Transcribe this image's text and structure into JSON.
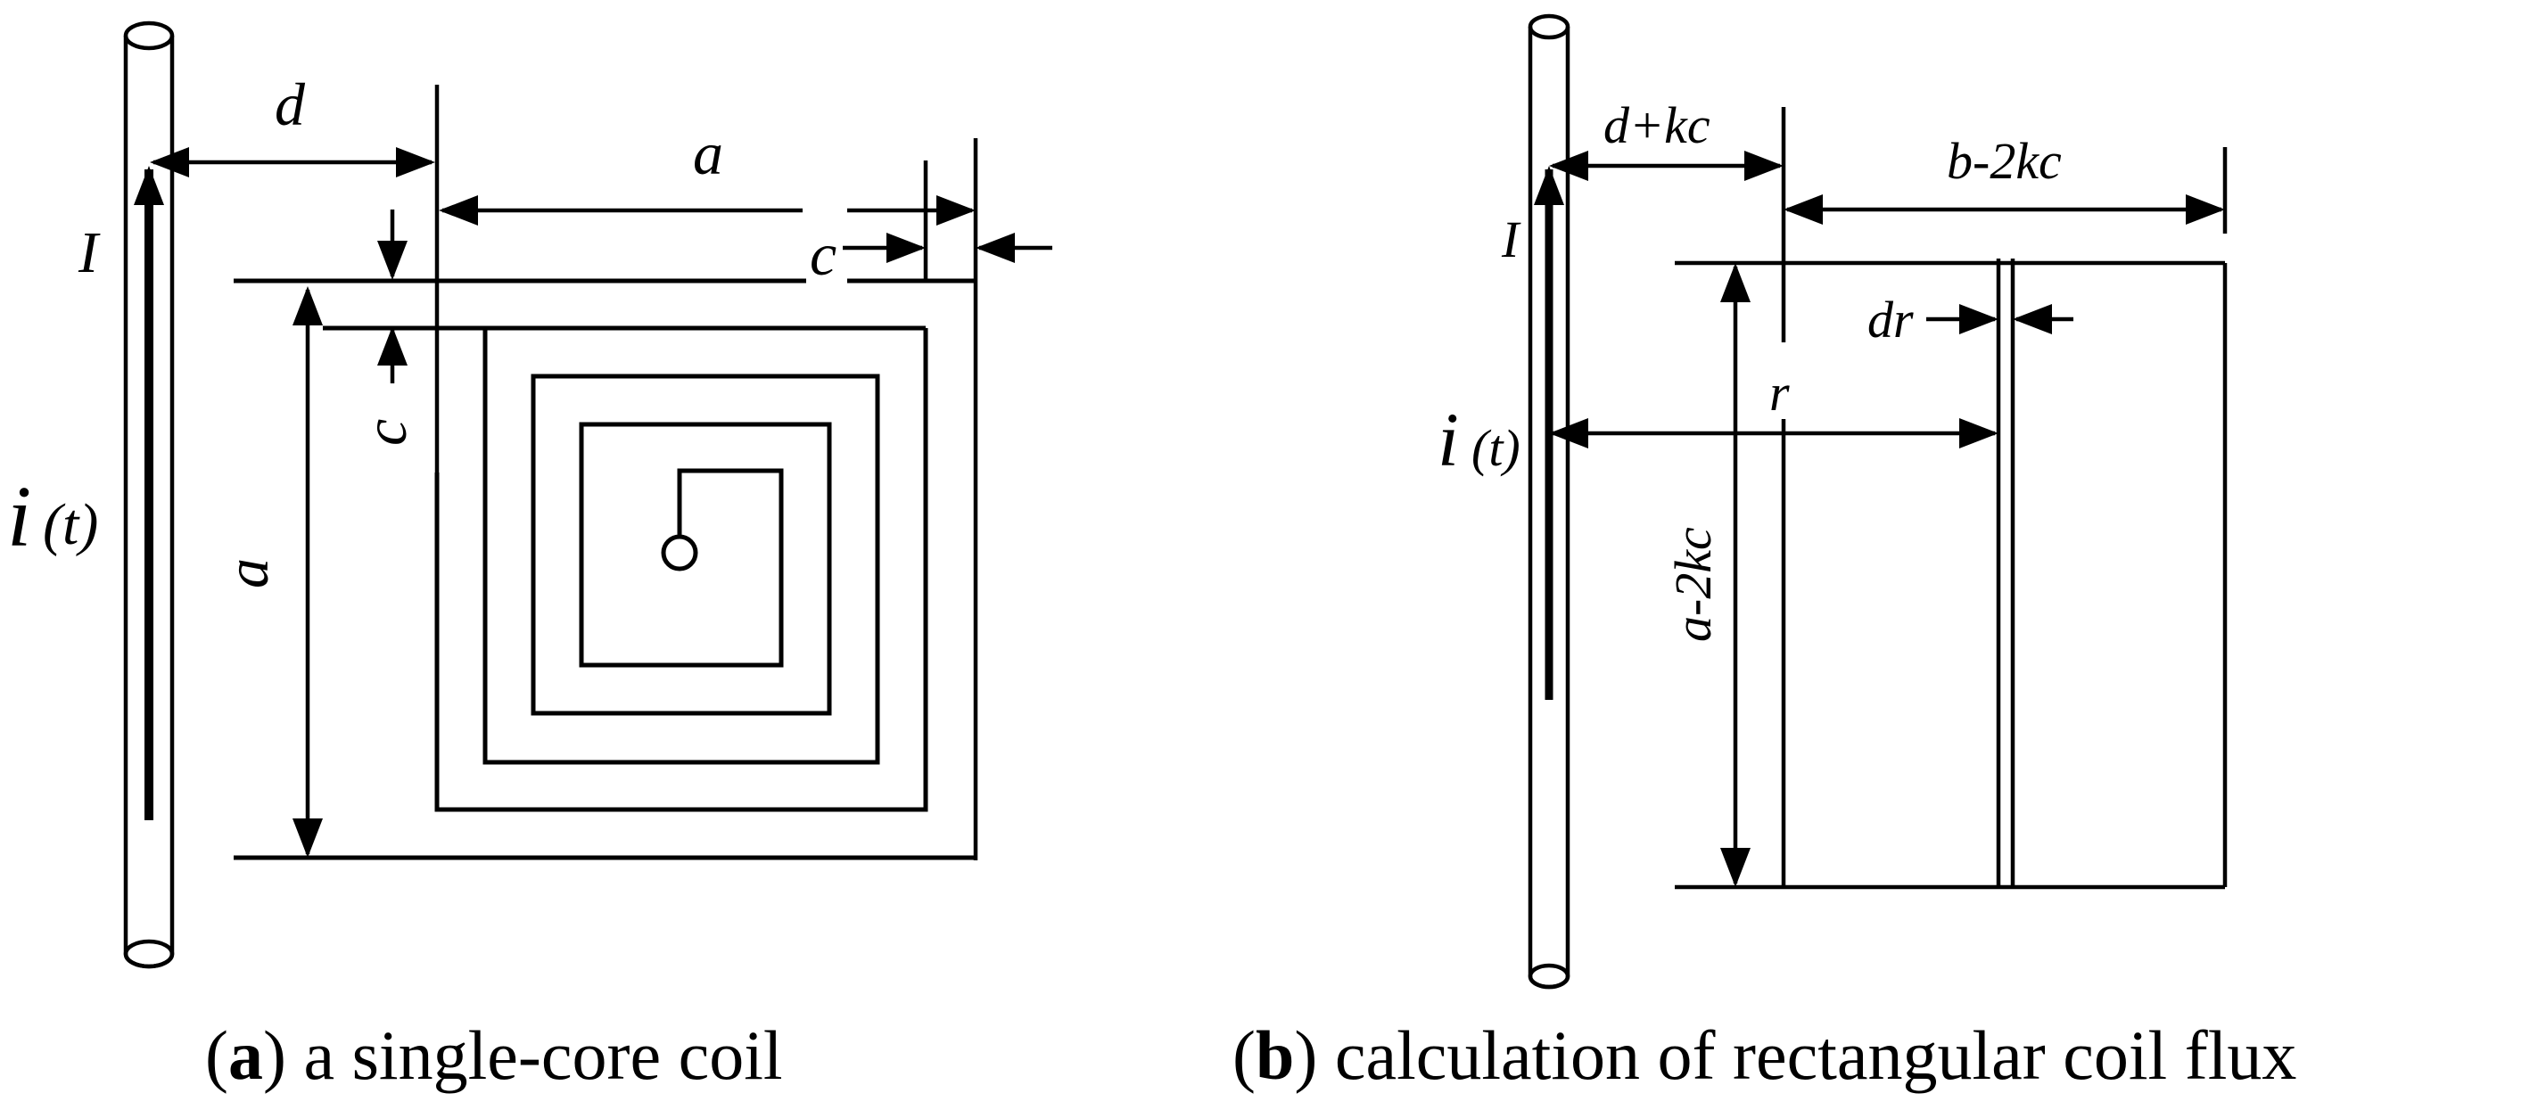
{
  "panel_a": {
    "current_label": "I",
    "current_function_main": "i",
    "current_function_arg": "(t)",
    "dim_d": "d",
    "dim_a_width": "a",
    "dim_a_height": "a",
    "dim_c_right": "c",
    "dim_c_left": "c",
    "caption_open": "(",
    "caption_letter": "a",
    "caption_text": ") a single-core coil"
  },
  "panel_b": {
    "current_label": "I",
    "current_function_main": "i",
    "current_function_arg": "(t)",
    "dim_distance": "d+kc",
    "dim_width": "b-2kc",
    "dim_height": "a-2kc",
    "dim_dr": "dr",
    "dim_r": "r",
    "caption_open": "(",
    "caption_letter": "b",
    "caption_text": ") calculation of rectangular coil flux"
  }
}
